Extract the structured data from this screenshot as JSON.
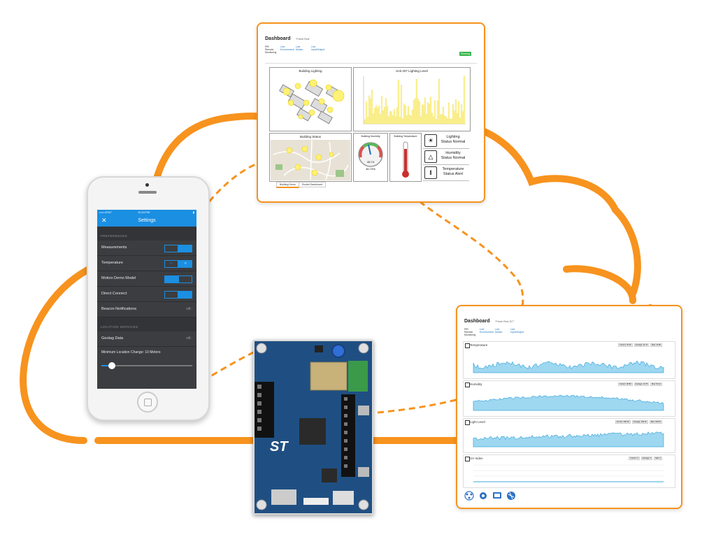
{
  "colors": {
    "cloud": "#f7931e",
    "ios_blue": "#1b8fe2",
    "chart_blue": "#6cc2e8",
    "bar_yellow": "#fff8a0"
  },
  "phone": {
    "status": {
      "carrier": "••••• AT&T",
      "time": "10:15 PM"
    },
    "nav_title": "Settings",
    "close_icon": "close-icon",
    "preferences_header": "PREFERENCES",
    "rows": [
      {
        "label": "Measurements",
        "options": [
          "",
          ""
        ],
        "selected": 1
      },
      {
        "label": "Temperature",
        "options": [
          "°C",
          "°F"
        ],
        "selected": 1
      },
      {
        "label": "Motion Demo Model",
        "options": [
          "",
          ""
        ],
        "selected": 0
      },
      {
        "label": "Direct Connect",
        "options": [
          "",
          ""
        ],
        "selected": 1
      }
    ],
    "beacon": {
      "label": "Beacon Notifications",
      "value": "Off"
    },
    "location_header": "LOCATION SERVICES",
    "geotag": {
      "label": "Geotag Data",
      "value": "Off"
    },
    "min_location": {
      "label": "Minimum Location Change: 10 Meters",
      "level": 0.1
    }
  },
  "dash1": {
    "title": "Dashboard",
    "subtitle": "\"Pointe Rest\"",
    "nav": [
      "PIR Remote Monitoring",
      "Live Environment",
      "Live Motion",
      "Live Input/Output"
    ],
    "badge": "Running",
    "lighting_title": "Building Lighting",
    "lighting_level_title": "Unit 207 Lighting Level",
    "status_title": "Building Status",
    "humidity_title": "Building Humidity",
    "humidity_value": "45.74",
    "humidity_percent": "45.74%",
    "temperature_title": "Building Temperature",
    "status_items": [
      {
        "icon": "lightbulb-icon",
        "line1": "Lighting",
        "line2": "Status Normal"
      },
      {
        "icon": "water-drop-icon",
        "line1": "Humidity",
        "line2": "Status Normal"
      },
      {
        "icon": "thermometer-icon",
        "line1": "Temperature",
        "line2": "Status Alert"
      }
    ],
    "tabs": [
      "Building Demo",
      "Rocket Dashboard"
    ]
  },
  "dash2": {
    "title": "Dashboard",
    "subtitle": "\"Pointe Rest 207\"",
    "nav": [
      "PIR Remote Monitoring",
      "Live Environment",
      "Live Motion",
      "Live Input/Output"
    ],
    "rows": [
      {
        "title": "Temperature",
        "icon": "thermometer-icon",
        "btns": [
          "Current: 22.35",
          "Average: 21.41",
          "Max: 24.66"
        ]
      },
      {
        "title": "Humidity",
        "icon": "water-drop-icon",
        "btns": [
          "Current: 46.83",
          "Average: 44.79",
          "Max: 51.12"
        ]
      },
      {
        "title": "Light Level",
        "icon": "lightbulb-icon",
        "btns": [
          "Current: 266.20",
          "Average: 240.01",
          "Max: 340.51"
        ]
      },
      {
        "title": "UV Index",
        "icon": "sun-icon",
        "btns": [
          "Current: 0",
          "Average: 0",
          "Max: 0"
        ]
      }
    ],
    "footer_icons": [
      "network-icon",
      "gear-icon",
      "device-icon",
      "globe-icon"
    ]
  },
  "board": {
    "brand": "ST"
  }
}
